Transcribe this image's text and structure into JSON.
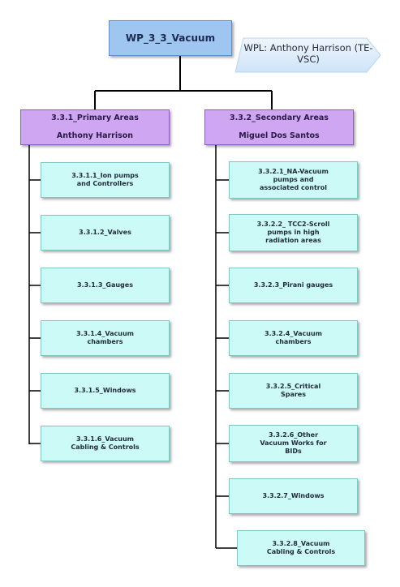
{
  "root": {
    "title": "WP_3_3_Vacuum",
    "manager_label": "WPL: Anthony Harrison\n(TE-VSC)"
  },
  "branches": [
    {
      "title": "3.3.1_Primary Areas",
      "lead": "Anthony Harrison",
      "items": [
        "3.3.1.1_Ion pumps\nand Controllers",
        "3.3.1.2_Valves",
        "3.3.1.3_Gauges",
        "3.3.1.4_Vacuum\nchambers",
        "3.3.1.5_Windows",
        "3.3.1.6_Vacuum\nCabling & Controls"
      ]
    },
    {
      "title": "3.3.2_Secondary Areas",
      "lead": "Miguel Dos Santos",
      "items": [
        "3.3.2.1_NA-Vacuum\npumps and\nassociated control",
        "3.3.2.2_ TCC2-Scroll\npumps in high\nradiation areas",
        "3.3.2.3_Pirani gauges",
        "3.3.2.4_Vacuum\nchambers",
        "3.3.2.5_Critical\nSpares",
        "3.3.2.6_Other\nVacuum Works for\nBIDs",
        "3.3.2.7_Windows",
        "3.3.2.8_Vacuum\nCabling & Controls"
      ]
    }
  ],
  "colors": {
    "root_fill": "#9fc6f0",
    "manager_fill": "#d8ebfb",
    "branch_fill": "#cfa6f2",
    "item_fill": "#ccfaf6",
    "line": "#000000"
  }
}
